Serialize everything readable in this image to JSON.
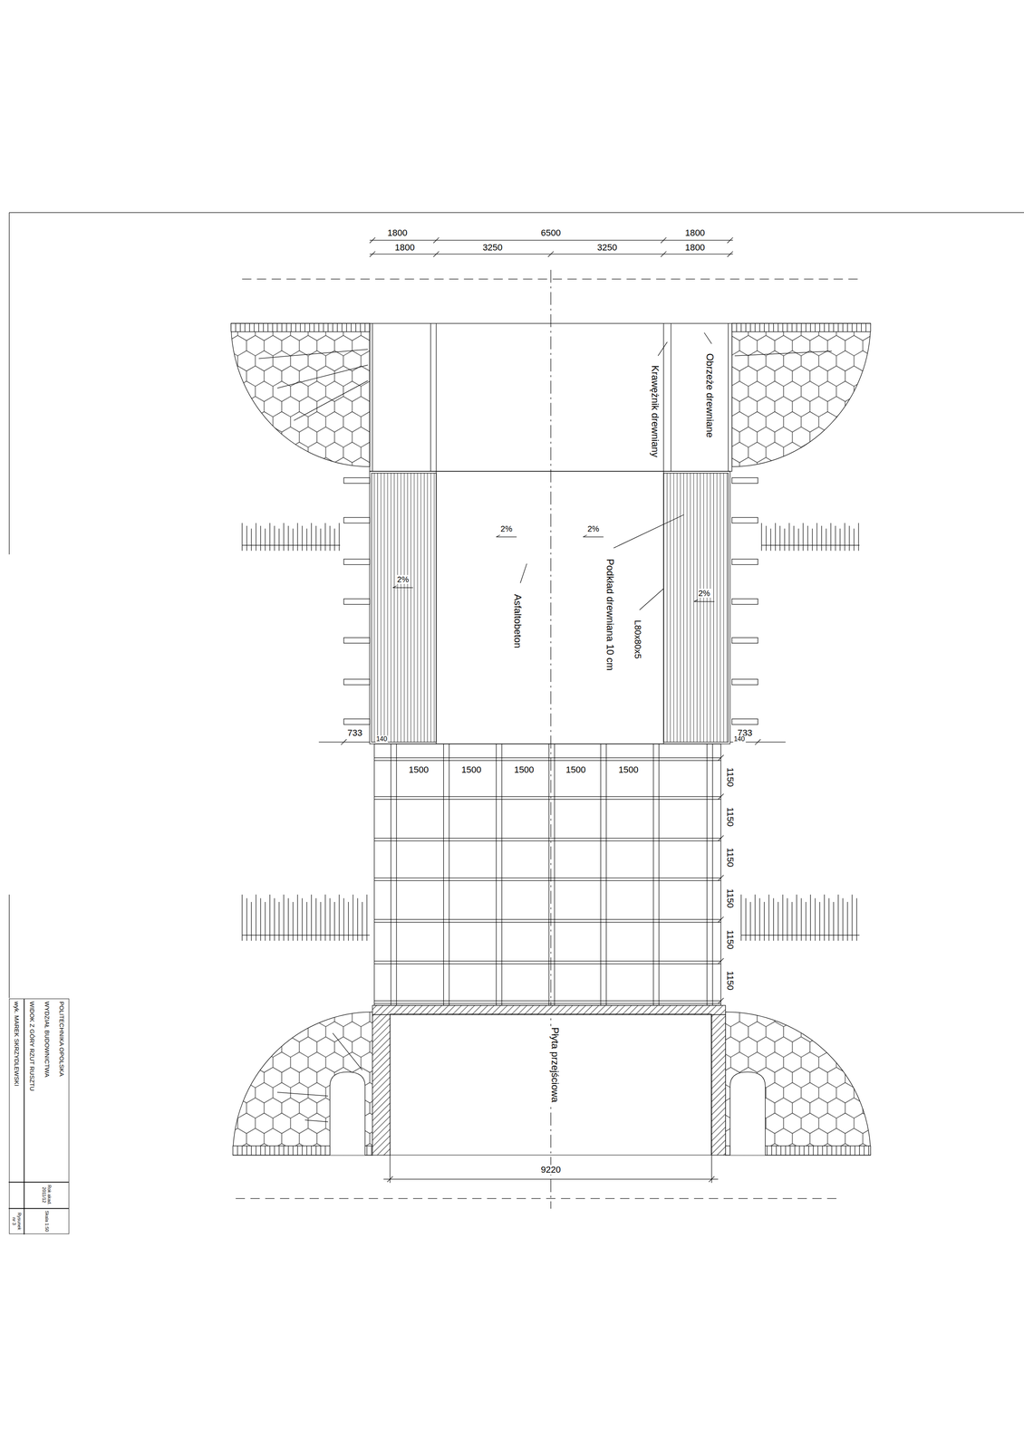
{
  "diagram": {
    "nodes": [
      {
        "text": [
          "POLITECHNIKA OPOLSKA",
          "WYDZIAŁ BUDOWNICTWA",
          "WIDOK Z GÓRY RZUT RUSZTU",
          "wyk. MAREK SKRZYDLEWSKI",
          "Rok akad. 2011/12",
          "Skala 1:50",
          "Rysunek nr 3"
        ]
      },
      {
        "text": [
          "Płyta przejściowa"
        ]
      }
    ],
    "labels": [
      "1800",
      "6500",
      "1800",
      "1800",
      "3250",
      "3250",
      "1800",
      "Krawężnik drewniany",
      "Obrzeże drewniane",
      "2%",
      "2%",
      "2%",
      "2%",
      "Asfaltobeton",
      "Podkład drewniana 10 cm",
      "L80x80x5",
      "733",
      "140",
      "733",
      "140",
      "1500",
      "1500",
      "1500",
      "1500",
      "1500",
      "1150",
      "1150",
      "1150",
      "1150",
      "1150",
      "1150",
      "9220"
    ]
  }
}
